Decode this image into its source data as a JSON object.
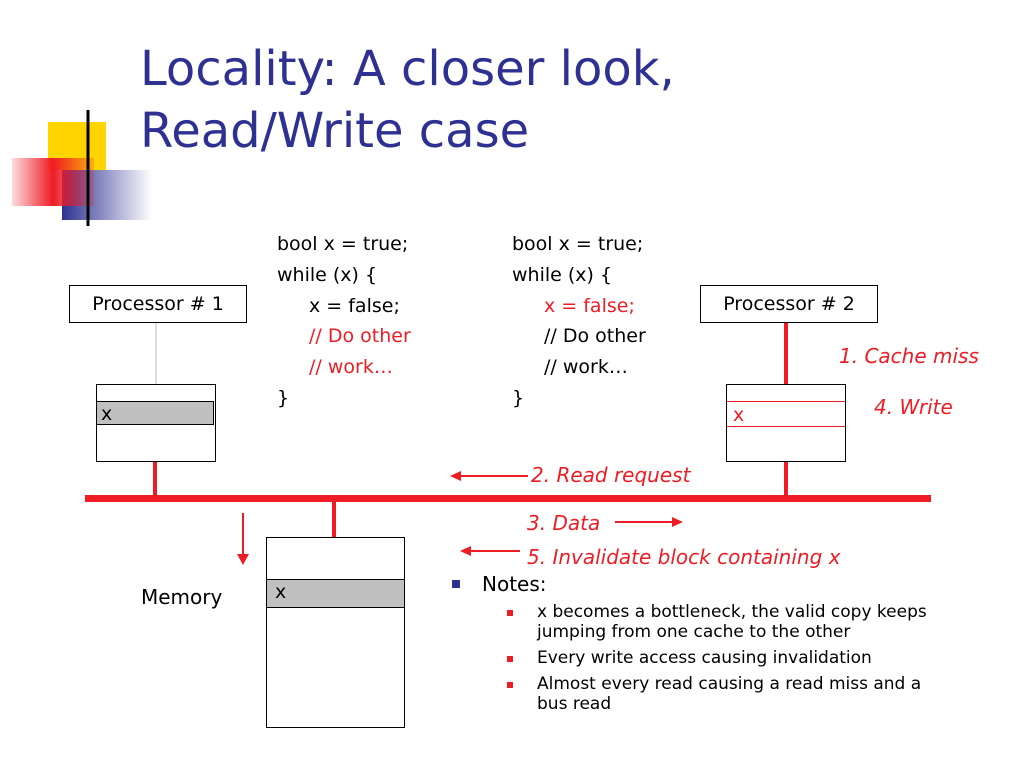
{
  "slide": {
    "title_line1": "Locality: A closer look,",
    "title_line2": "Read/Write case"
  },
  "colors": {
    "title": "#2e3192",
    "bus": "#ee1c24",
    "highlight": "#ee1c24",
    "cache_line": "#c0c0c0"
  },
  "code_left": {
    "lines": [
      "bool x = true;",
      "while (x) {",
      "x = false;",
      "// Do other",
      "// work…",
      "}"
    ]
  },
  "code_right": {
    "lines": [
      "bool x = true;",
      "while (x) {",
      "x = false;",
      "// Do other",
      "// work…",
      "}"
    ]
  },
  "diagram": {
    "processor1": "Processor # 1",
    "processor2": "Processor # 2",
    "cache1_value": "x",
    "cache2_value": "x",
    "memory_label": "Memory",
    "memory_value": "x"
  },
  "steps": {
    "s1": "1. Cache miss",
    "s2": "2. Read request",
    "s3": "3. Data",
    "s4": "4. Write",
    "s5": "5. Invalidate block containing x"
  },
  "notes": {
    "heading": "Notes:",
    "items": [
      "x becomes a bottleneck, the valid copy keeps jumping from one cache to the other",
      "Every write access causing invalidation",
      "Almost every read causing a read miss and a bus read"
    ]
  }
}
